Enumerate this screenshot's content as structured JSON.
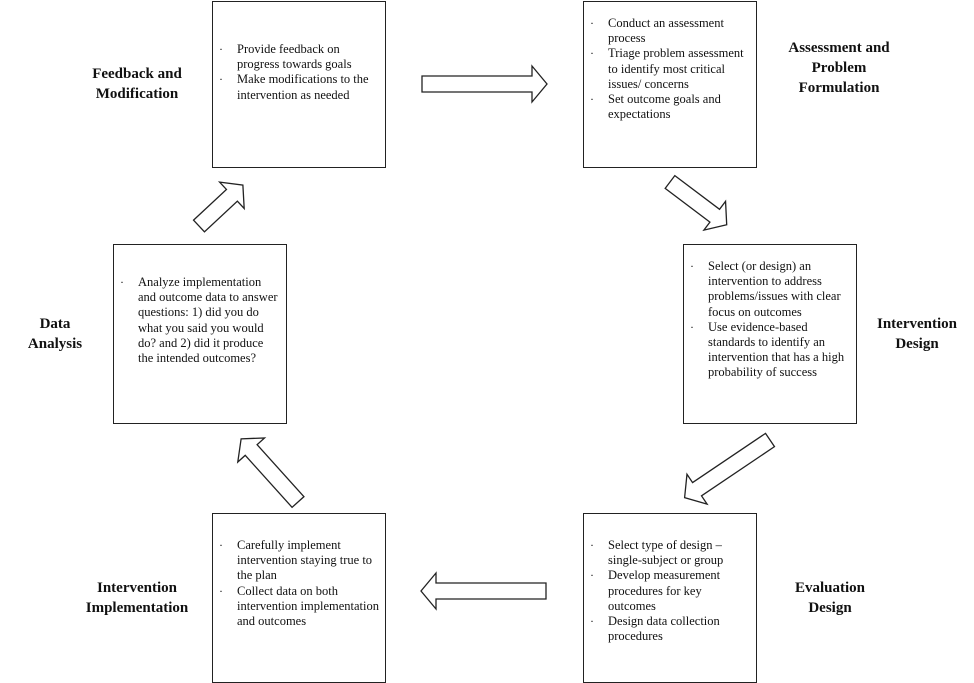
{
  "stages": [
    {
      "id": "feedback",
      "label_lines": [
        "Feedback and",
        "Modification"
      ],
      "bullets": [
        "Provide feedback on progress towards goals",
        "Make modifications to the intervention as needed"
      ]
    },
    {
      "id": "assessment",
      "label_lines": [
        "Assessment and",
        "Problem",
        "Formulation"
      ],
      "bullets": [
        "Conduct an assessment process",
        "Triage problem assessment to identify most critical issues/ concerns",
        "Set outcome goals and expectations"
      ]
    },
    {
      "id": "intervention-design",
      "label_lines": [
        "Intervention",
        "Design"
      ],
      "bullets": [
        "Select (or design) an intervention to address problems/issues with clear focus on outcomes",
        "Use evidence-based standards to identify an intervention that has a high probability of success"
      ]
    },
    {
      "id": "evaluation-design",
      "label_lines": [
        "Evaluation",
        "Design"
      ],
      "bullets": [
        "Select type of design – single-subject or group",
        "Develop measurement procedures for key outcomes",
        "Design data collection procedures"
      ]
    },
    {
      "id": "implementation",
      "label_lines": [
        "Intervention",
        "Implementation"
      ],
      "bullets": [
        "Carefully implement intervention staying true to the plan",
        "Collect data on both intervention implementation and outcomes"
      ]
    },
    {
      "id": "data-analysis",
      "label_lines": [
        "Data",
        "Analysis"
      ],
      "bullets": [
        "Analyze implementation and outcome data to answer questions: 1) did you do what you said you would do? and 2) did it produce the intended outcomes?"
      ]
    }
  ]
}
